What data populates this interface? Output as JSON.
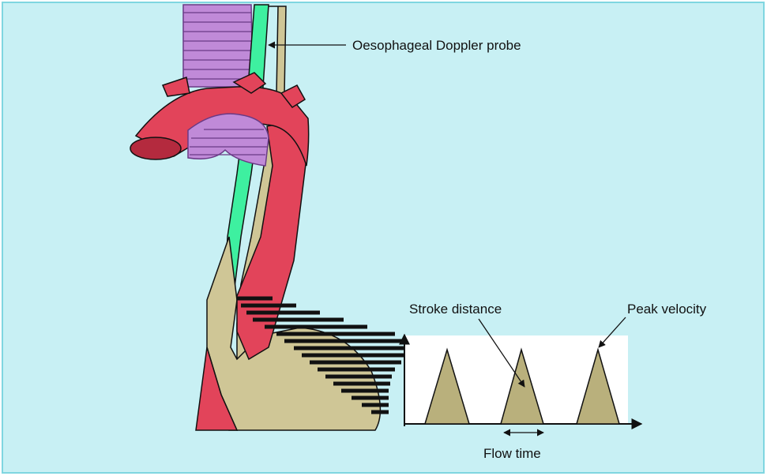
{
  "labels": {
    "probe": "Oesophageal Doppler probe",
    "stroke_distance": "Stroke distance",
    "peak_velocity": "Peak velocity",
    "flow_time": "Flow time"
  },
  "colors": {
    "background": "#c8f0f4",
    "frame": "#7fd6e0",
    "aorta": "#e2445a",
    "aorta_dark": "#b42a3e",
    "trachea": "#c08ad8",
    "trachea_line": "#6a3a86",
    "oesophagus": "#cfc696",
    "probe": "#3ef0a0",
    "waveform": "#b9b07c",
    "plot_bg": "#ffffff",
    "ink": "#111111"
  },
  "icons": {
    "probe_pointer": "arrow-left-icon",
    "stroke_pointer": "arrow-down-right-icon",
    "peak_pointer": "arrow-up-left-icon",
    "flow_time_marker": "double-arrow-icon",
    "time_axis": "arrow-right-icon"
  }
}
